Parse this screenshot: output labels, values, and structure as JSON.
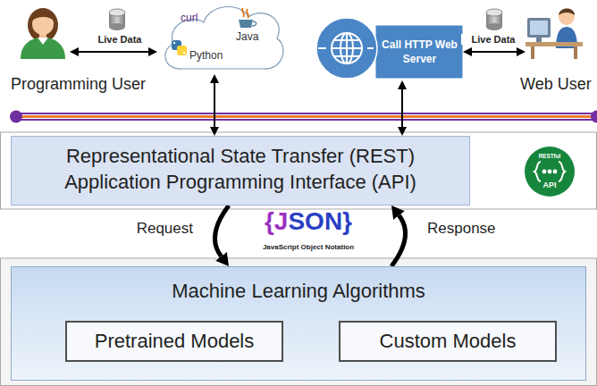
{
  "diagram": {
    "nodes": [
      {
        "text": [
          "Programming User"
        ]
      },
      {
        "text": [
          "curl",
          "Java",
          "Python"
        ]
      },
      {
        "text": [
          "Call HTTP Web Server"
        ]
      },
      {
        "text": [
          "Web User"
        ]
      },
      {
        "text": [
          "Representational State Transfer (REST) Application Programming Interface (API)"
        ]
      },
      {
        "text": [
          "RESTful",
          "API"
        ]
      },
      {
        "text": [
          "Machine Learning Algorithms"
        ]
      },
      {
        "text": [
          "Pretrained Models"
        ],
        "in": 6
      },
      {
        "text": [
          "Custom Models"
        ],
        "in": 6
      }
    ],
    "edges": [
      {
        "from": 0,
        "to": 1,
        "label": "Live Data",
        "arrow": "both"
      },
      {
        "from": 2,
        "to": 3,
        "label": "Live Data",
        "arrow": "both"
      },
      {
        "from": 1,
        "to": 4,
        "arrow": "both"
      },
      {
        "from": 2,
        "to": 4,
        "arrow": "both"
      },
      {
        "from": 4,
        "to": 6,
        "label": "Request",
        "arrow": "to"
      },
      {
        "from": 6,
        "to": 4,
        "label": "Response",
        "arrow": "to"
      }
    ],
    "labels": [
      "{JSON}",
      "JavaScript Object Notation"
    ]
  }
}
